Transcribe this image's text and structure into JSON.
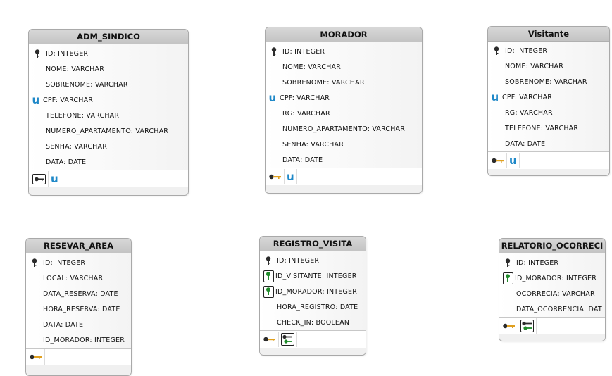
{
  "entities": {
    "adm_sindico": {
      "title": "ADM_SINDICO",
      "fields": [
        "ID: INTEGER",
        "NOME: VARCHAR",
        "SOBRENOME: VARCHAR",
        "CPF: VARCHAR",
        "TELEFONE: VARCHAR",
        "NUMERO_APARTAMENTO: VARCHAR",
        "SENHA: VARCHAR",
        "DATA: DATE"
      ]
    },
    "morador": {
      "title": "MORADOR",
      "fields": [
        "ID: INTEGER",
        "NOME: VARCHAR",
        "SOBRENOME: VARCHAR",
        "CPF: VARCHAR",
        "RG: VARCHAR",
        "NUMERO_APARTAMENTO: VARCHAR",
        "SENHA: VARCHAR",
        "DATA: DATE"
      ]
    },
    "visitante": {
      "title": "Visitante",
      "fields": [
        "ID: INTEGER",
        "NOME: VARCHAR",
        "SOBRENOME: VARCHAR",
        "CPF: VARCHAR",
        "RG: VARCHAR",
        "TELEFONE: VARCHAR",
        "DATA: DATE"
      ]
    },
    "resevar_area": {
      "title": "RESEVAR_AREA",
      "fields": [
        "ID: INTEGER",
        "LOCAL: VARCHAR",
        "DATA_RESERVA: DATE",
        "HORA_RESERVA: DATE",
        "DATA: DATE",
        "ID_MORADOR: INTEGER"
      ]
    },
    "registro_visita": {
      "title": "REGISTRO_VISITA",
      "fields": [
        "ID: INTEGER",
        "ID_VISITANTE: INTEGER",
        "ID_MORADOR: INTEGER",
        "HORA_REGISTRO: DATE",
        "CHECK_IN: BOOLEAN"
      ]
    },
    "relatorio_ocorreci": {
      "title": "RELATORIO_OCORRECI",
      "fields": [
        "ID: INTEGER",
        "ID_MORADOR: INTEGER",
        "OCORRECIA: VARCHAR",
        "DATA_OCORRENCIA: DAT"
      ]
    }
  },
  "icons": {
    "primary_key": "key-icon",
    "unique": "unique-icon",
    "foreign_key": "foreign-key-icon",
    "colors": {
      "key_dark": "#2b2b2b",
      "fk_green": "#1f8a2a",
      "key_orange": "#e0a020",
      "unique_blue": "#1e88c8"
    }
  }
}
